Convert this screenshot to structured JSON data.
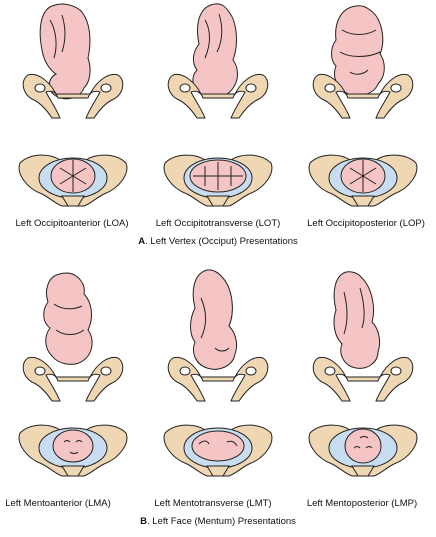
{
  "figure": {
    "colors": {
      "fetus_skin": "#f5c5c5",
      "pelvis_bone": "#efd7b4",
      "pelvic_inlet": "#c9ddf0",
      "outline": "#222222"
    },
    "section_a": {
      "letter": "A",
      "title": ". Left Vertex (Occiput) Presentations",
      "panels": [
        {
          "label": "Left Occipitoanterior (LOA)"
        },
        {
          "label": "Left Occipitotransverse (LOT)"
        },
        {
          "label": "Left Occipitoposterior (LOP)"
        }
      ]
    },
    "section_b": {
      "letter": "B",
      "title": ". Left Face (Mentum) Presentations",
      "panels": [
        {
          "label": "Left Mentoanterior (LMA)"
        },
        {
          "label": "Left Mentotransverse (LMT)"
        },
        {
          "label": "Left Mentoposterior (LMP)"
        }
      ]
    }
  }
}
